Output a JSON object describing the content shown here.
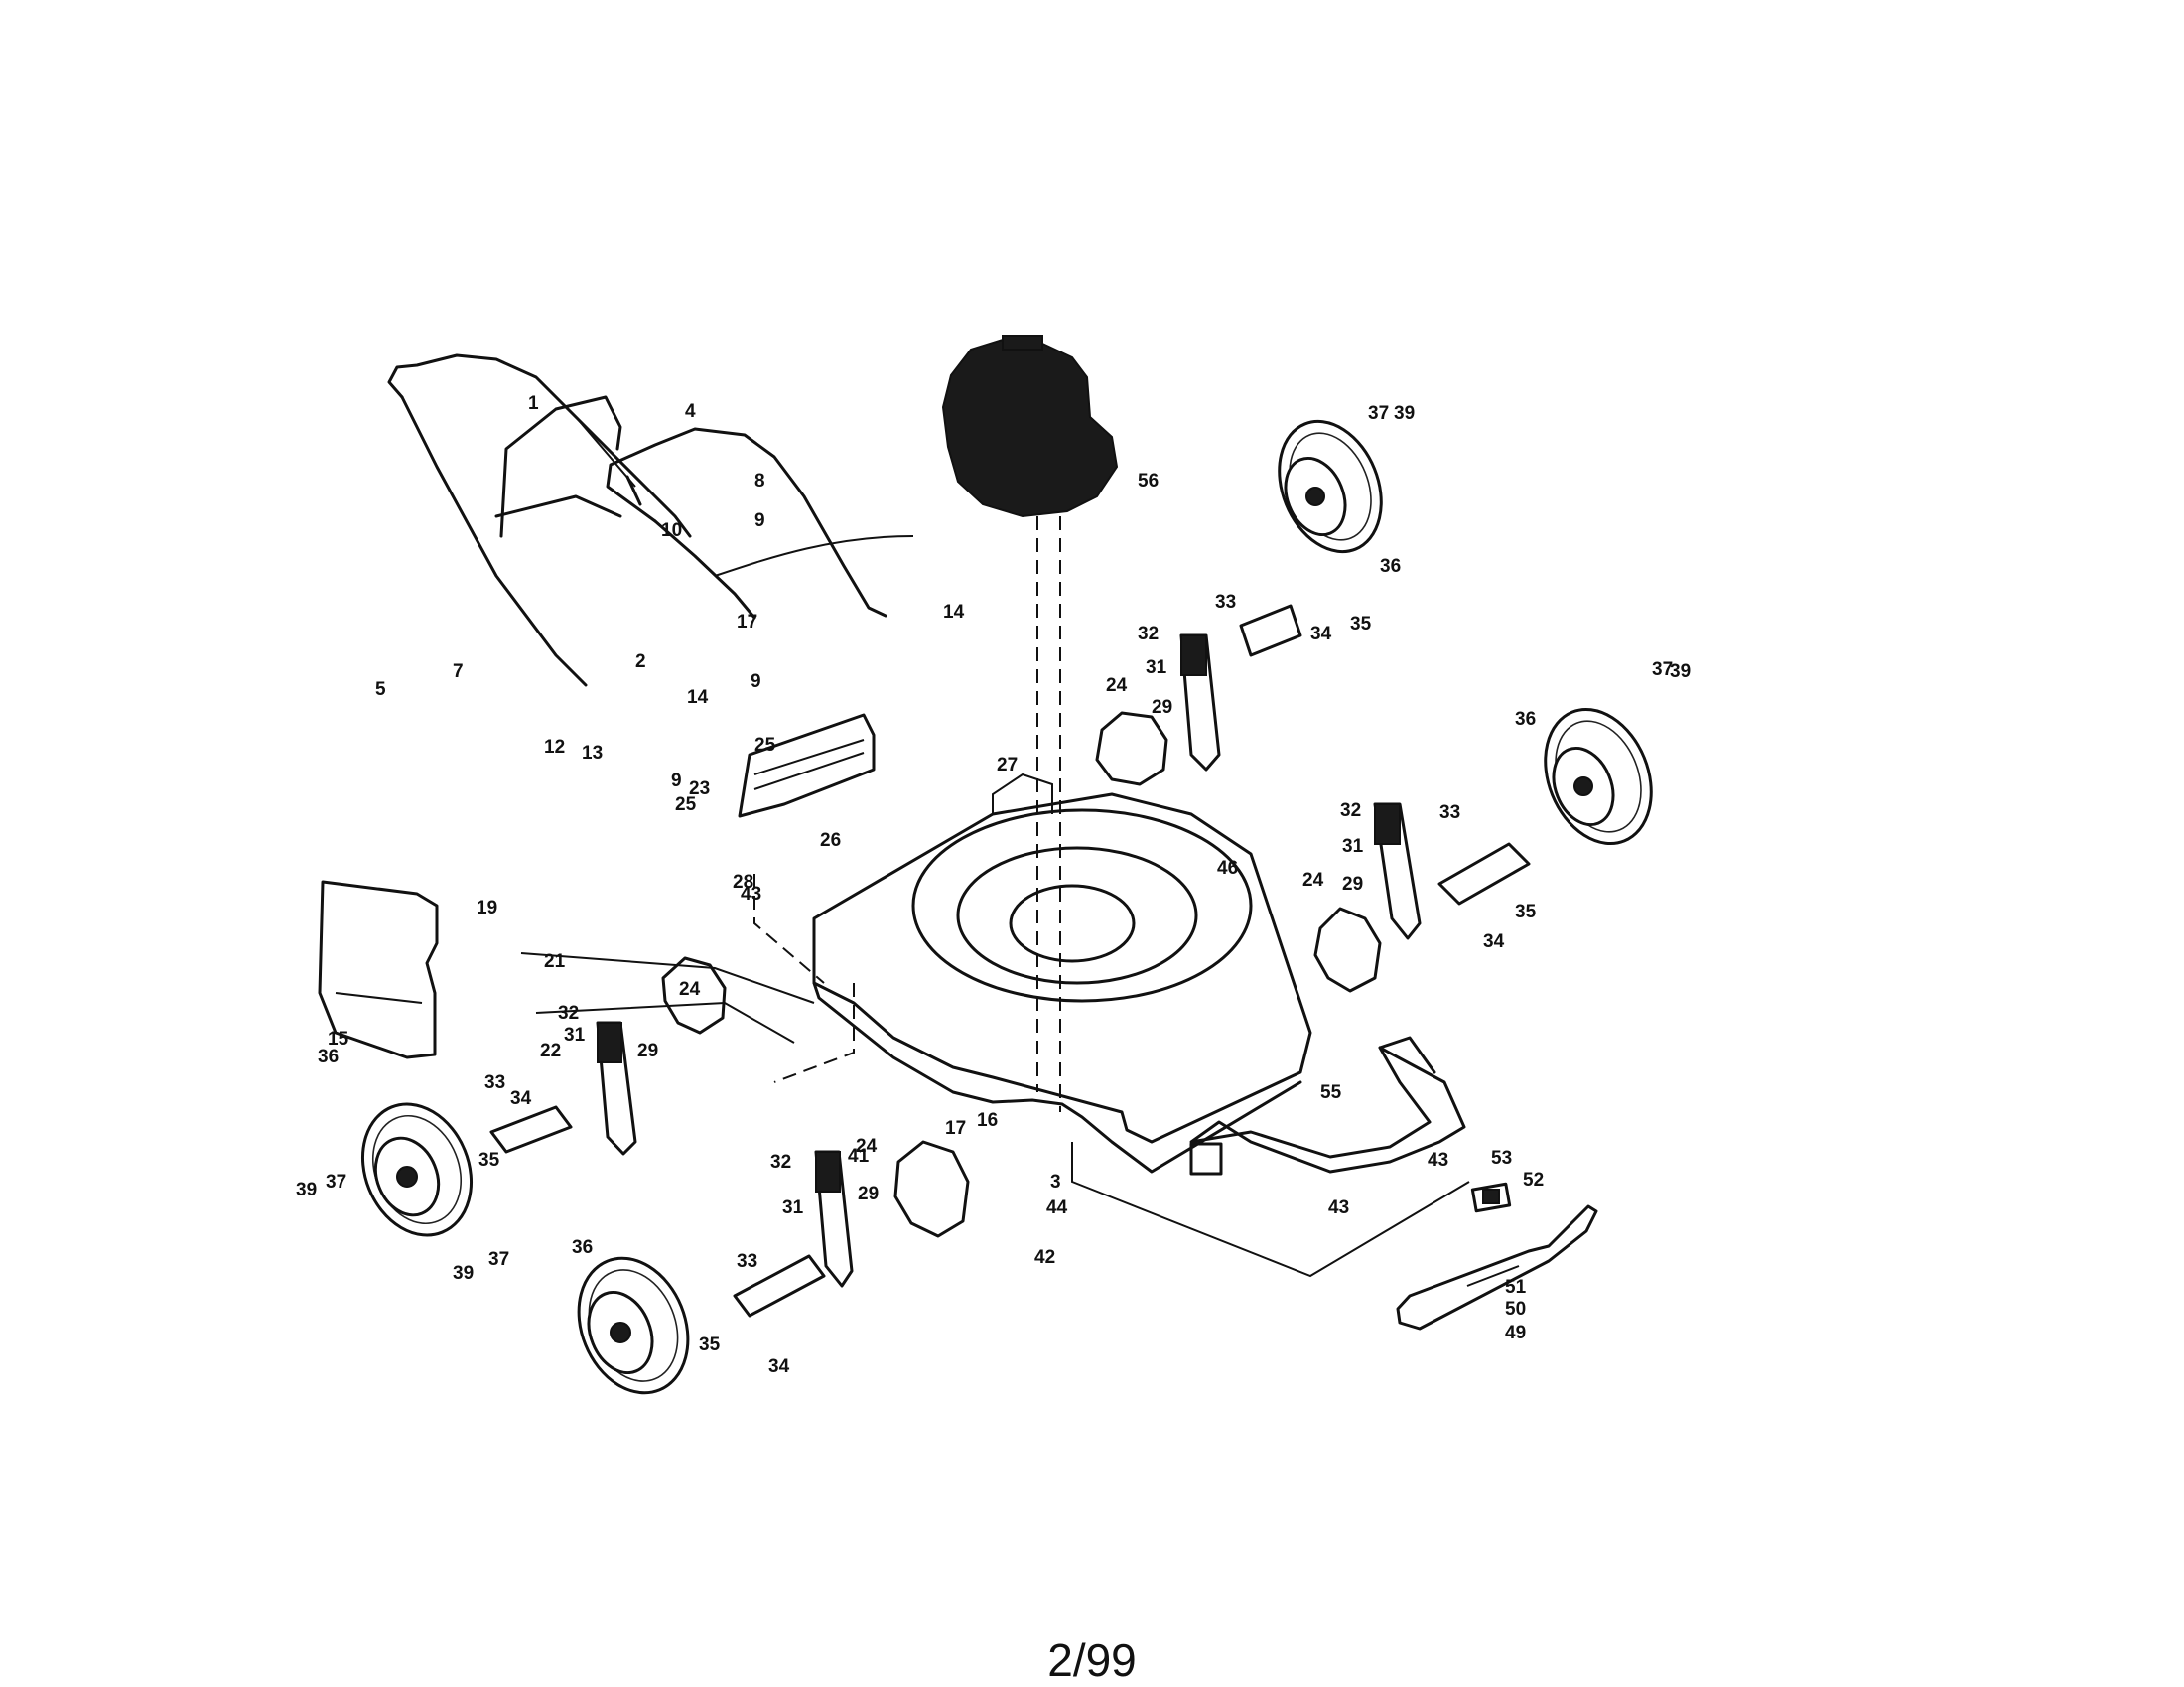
{
  "footer": {
    "page_label": "2/99"
  },
  "callouts": [
    "1",
    "2",
    "3",
    "4",
    "5",
    "7",
    "8",
    "9",
    "9",
    "9",
    "10",
    "12",
    "13",
    "14",
    "14",
    "15",
    "16",
    "17",
    "17",
    "19",
    "21",
    "22",
    "23",
    "24",
    "24",
    "24",
    "24",
    "25",
    "25",
    "26",
    "27",
    "28",
    "29",
    "29",
    "29",
    "29",
    "31",
    "31",
    "31",
    "31",
    "32",
    "32",
    "32",
    "32",
    "33",
    "33",
    "33",
    "33",
    "34",
    "34",
    "34",
    "34",
    "35",
    "35",
    "35",
    "35",
    "36",
    "36",
    "36",
    "36",
    "37",
    "37",
    "37",
    "37",
    "39",
    "39",
    "39",
    "39",
    "41",
    "42",
    "43",
    "43",
    "43",
    "44",
    "46",
    "49",
    "50",
    "51",
    "52",
    "53",
    "55",
    "56"
  ]
}
